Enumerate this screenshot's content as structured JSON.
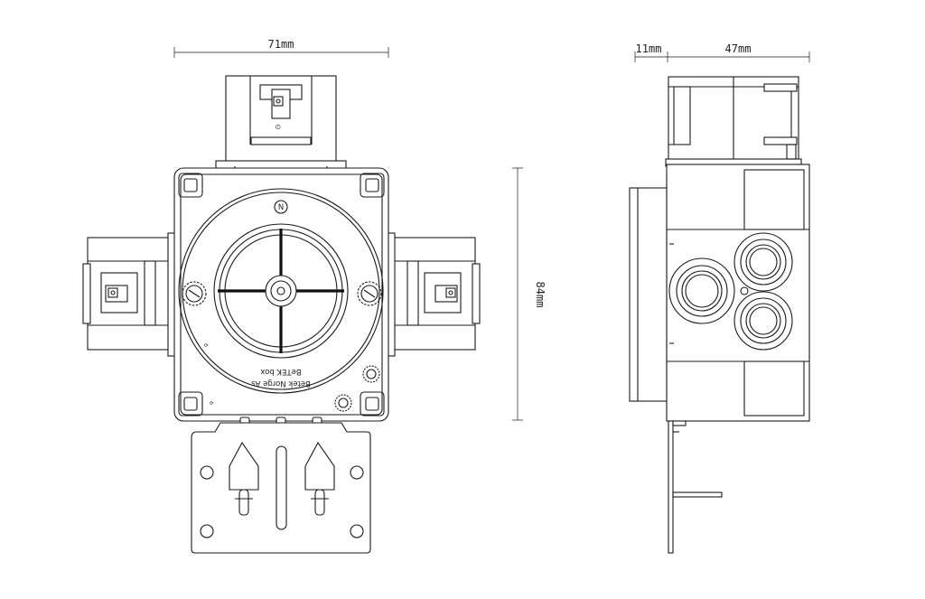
{
  "dimensions": {
    "width_front": "71mm",
    "depth_offset": "11mm",
    "depth_side": "47mm",
    "height": "84mm"
  },
  "embossing": {
    "line1": "Betek  Norge  As",
    "line2": "BeTEK  box"
  },
  "label_n": "N"
}
